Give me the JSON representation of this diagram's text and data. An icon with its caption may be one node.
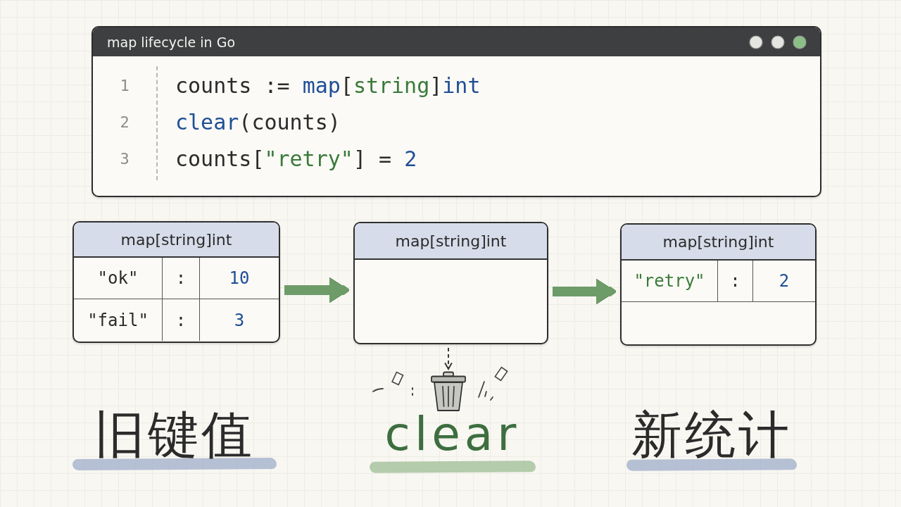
{
  "diagram": {
    "nodes": [
      {
        "text": [
          "map lifecycle in Go",
          "1",
          "counts := map[string]int",
          "2",
          "clear(counts)",
          "3",
          "counts[\"retry\"] = 2"
        ]
      },
      {
        "text": [
          "map[string]int",
          "\"ok\"",
          ":",
          "10",
          "\"fail\"",
          ":",
          "3"
        ]
      },
      {
        "text": [
          "map[string]int"
        ]
      },
      {
        "text": [
          "map[string]int",
          "\"retry\"",
          ":",
          "2"
        ]
      },
      {
        "text": [],
        "shape": "picture"
      }
    ],
    "edges": [
      {
        "from": 1,
        "to": 2,
        "arrow": "to"
      },
      {
        "from": 2,
        "to": 3,
        "arrow": "to"
      },
      {
        "from": 2,
        "to": 4,
        "arrow": "to",
        "style": "dashed",
        "color": "#3a3a3a"
      }
    ],
    "labels": [
      "旧键值",
      "clear",
      "新统计"
    ]
  }
}
